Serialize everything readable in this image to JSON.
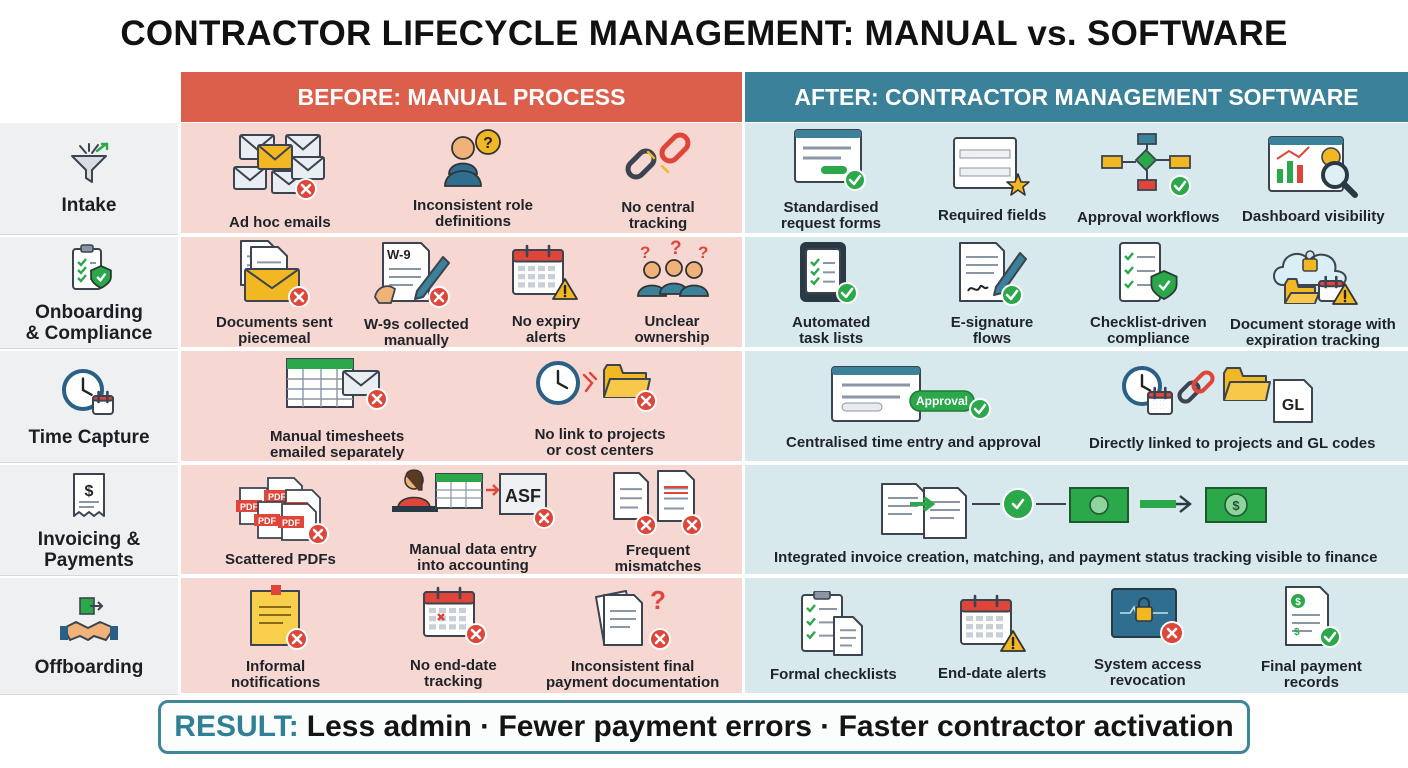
{
  "title": "CONTRACTOR LIFECYCLE MANAGEMENT: MANUAL vs. SOFTWARE",
  "headers": {
    "before": "BEFORE: MANUAL PROCESS",
    "after": "AFTER: CONTRACTOR MANAGEMENT SOFTWARE"
  },
  "colors": {
    "before_header": "#dc5f4b",
    "after_header": "#3a8199",
    "before_cell": "#f6d7d1",
    "after_cell": "#d7e9ec",
    "error_red": "#e0453a",
    "success_green": "#2aa84a",
    "result_accent": "#2f7f96"
  },
  "rows": [
    {
      "label": "Intake",
      "icon": "funnel-icon",
      "before": [
        {
          "text": "Ad hoc emails",
          "icon": "emails-icon"
        },
        {
          "text": "Inconsistent role\ndefinitions",
          "icon": "person-question-icon"
        },
        {
          "text": "No central\ntracking",
          "icon": "broken-link-icon"
        }
      ],
      "after": [
        {
          "text": "Standardised\nrequest forms",
          "icon": "form-icon"
        },
        {
          "text": "Required fields",
          "icon": "required-fields-icon"
        },
        {
          "text": "Approval workflows",
          "icon": "workflow-icon"
        },
        {
          "text": "Dashboard visibility",
          "icon": "dashboard-icon"
        }
      ]
    },
    {
      "label": "Onboarding\n& Compliance",
      "icon": "clipboard-shield-icon",
      "before": [
        {
          "text": "Documents sent\npiecemeal",
          "icon": "documents-envelope-icon"
        },
        {
          "text": "W-9s collected\nmanually",
          "icon": "w9-form-icon"
        },
        {
          "text": "No expiry\nalerts",
          "icon": "calendar-warning-icon"
        },
        {
          "text": "Unclear\nownership",
          "icon": "confused-people-icon"
        }
      ],
      "after": [
        {
          "text": "Automated\ntask lists",
          "icon": "tablet-checklist-icon"
        },
        {
          "text": "E-signature\nflows",
          "icon": "esignature-icon"
        },
        {
          "text": "Checklist-driven\ncompliance",
          "icon": "checklist-shield-icon"
        },
        {
          "text": "Document storage with\nexpiration tracking",
          "icon": "cloud-storage-icon"
        }
      ]
    },
    {
      "label": "Time Capture",
      "icon": "clock-calendar-icon",
      "before": [
        {
          "text": "Manual timesheets\nemailed separately",
          "icon": "spreadsheet-email-icon"
        },
        {
          "text": "No link to projects\nor cost centers",
          "icon": "clock-folder-icon"
        }
      ],
      "after": [
        {
          "text": "Centralised time entry and approval",
          "icon": "time-entry-approval-icon",
          "badge": "Approval"
        },
        {
          "text": "Directly linked to projects and GL codes",
          "icon": "linked-gl-icon",
          "badge": "GL"
        }
      ]
    },
    {
      "label": "Invoicing &\nPayments",
      "icon": "receipt-icon",
      "before": [
        {
          "text": "Scattered PDFs",
          "icon": "pdf-stack-icon"
        },
        {
          "text": "Manual data entry\ninto accounting",
          "icon": "manual-entry-icon",
          "badge": "ASF"
        },
        {
          "text": "Frequent\nmismatches",
          "icon": "mismatch-docs-icon"
        }
      ],
      "after": [
        {
          "text": "Integrated invoice creation, matching, and payment status tracking visible to finance",
          "icon": "invoice-payment-flow-icon"
        }
      ]
    },
    {
      "label": "Offboarding",
      "icon": "handshake-exit-icon",
      "before": [
        {
          "text": "Informal\nnotifications",
          "icon": "sticky-note-icon"
        },
        {
          "text": "No end-date\ntracking",
          "icon": "calendar-x-icon"
        },
        {
          "text": "Inconsistent final\npayment documentation",
          "icon": "docs-question-icon"
        }
      ],
      "after": [
        {
          "text": "Formal checklists",
          "icon": "formal-checklist-icon"
        },
        {
          "text": "End-date alerts",
          "icon": "calendar-alert-icon"
        },
        {
          "text": "System access\nrevocation",
          "icon": "lock-screen-icon"
        },
        {
          "text": "Final payment\nrecords",
          "icon": "payment-record-icon"
        }
      ]
    }
  ],
  "result": {
    "label": "RESULT:",
    "text": "Less admin · Fewer payment errors · Faster contractor activation"
  }
}
